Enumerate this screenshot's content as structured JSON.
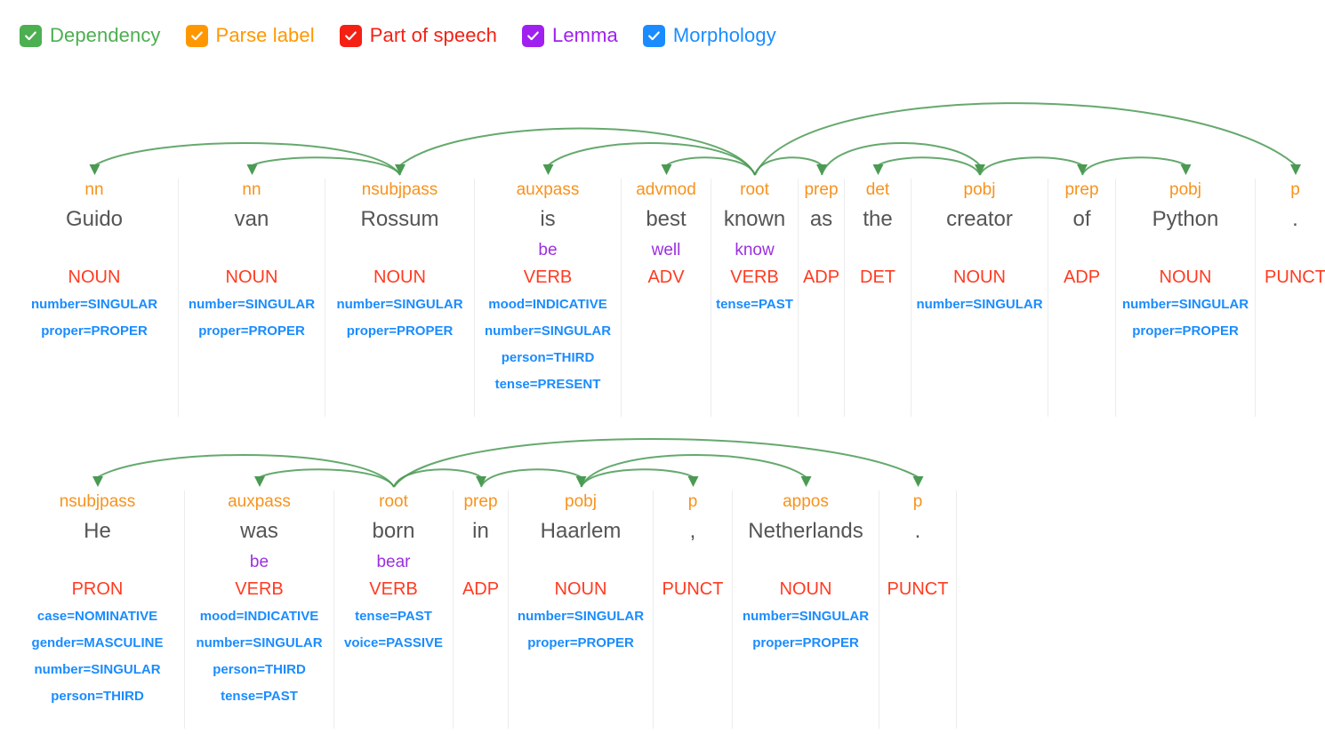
{
  "legend": {
    "items": [
      {
        "label": "Dependency",
        "color": "#4caf50",
        "icon": "checkbox-checked-icon",
        "checked": true
      },
      {
        "label": "Parse label",
        "color": "#ff9800",
        "icon": "checkbox-checked-icon",
        "checked": true
      },
      {
        "label": "Part of speech",
        "color": "#f32013",
        "icon": "checkbox-checked-icon",
        "checked": true
      },
      {
        "label": "Lemma",
        "color": "#a020f0",
        "icon": "checkbox-checked-icon",
        "checked": true
      },
      {
        "label": "Morphology",
        "color": "#1a8cff",
        "icon": "checkbox-checked-icon",
        "checked": true
      }
    ]
  },
  "colors": {
    "dependency_arc": "#4a9a53",
    "parse_label": "#f7931e",
    "word": "#555555",
    "lemma": "#9b30e0",
    "pos": "#ff3b21",
    "morphology": "#1a8cff",
    "column_divider": "#ececec",
    "background": "#ffffff"
  },
  "sentences": [
    {
      "id": "sentence-1",
      "text": "Guido van Rossum is best known as the creator of Python .",
      "root_index": 5,
      "tokens": [
        {
          "dep": "nn",
          "word": "Guido",
          "lemma": "",
          "pos": "NOUN",
          "morphology": [
            "number=SINGULAR",
            "proper=PROPER"
          ],
          "width": 189,
          "head": 2
        },
        {
          "dep": "nn",
          "word": "van",
          "lemma": "",
          "pos": "NOUN",
          "morphology": [
            "number=SINGULAR",
            "proper=PROPER"
          ],
          "width": 165,
          "head": 2
        },
        {
          "dep": "nsubjpass",
          "word": "Rossum",
          "lemma": "",
          "pos": "NOUN",
          "morphology": [
            "number=SINGULAR",
            "proper=PROPER"
          ],
          "width": 168,
          "head": 5
        },
        {
          "dep": "auxpass",
          "word": "is",
          "lemma": "be",
          "pos": "VERB",
          "morphology": [
            "mood=INDICATIVE",
            "number=SINGULAR",
            "person=THIRD",
            "tense=PRESENT"
          ],
          "width": 165,
          "head": 5
        },
        {
          "dep": "advmod",
          "word": "best",
          "lemma": "well",
          "pos": "ADV",
          "morphology": [],
          "width": 101,
          "head": 5
        },
        {
          "dep": "root",
          "word": "known",
          "lemma": "know",
          "pos": "VERB",
          "morphology": [
            "tense=PAST"
          ],
          "width": 98,
          "head": -1
        },
        {
          "dep": "prep",
          "word": "as",
          "lemma": "",
          "pos": "ADP",
          "morphology": [],
          "width": 52,
          "head": 5
        },
        {
          "dep": "det",
          "word": "the",
          "lemma": "",
          "pos": "DET",
          "morphology": [],
          "width": 75,
          "head": 8
        },
        {
          "dep": "pobj",
          "word": "creator",
          "lemma": "",
          "pos": "NOUN",
          "morphology": [
            "number=SINGULAR"
          ],
          "width": 154,
          "head": 6
        },
        {
          "dep": "prep",
          "word": "of",
          "lemma": "",
          "pos": "ADP",
          "morphology": [],
          "width": 76,
          "head": 8
        },
        {
          "dep": "pobj",
          "word": "Python",
          "lemma": "",
          "pos": "NOUN",
          "morphology": [
            "number=SINGULAR",
            "proper=PROPER"
          ],
          "width": 157,
          "head": 9
        },
        {
          "dep": "p",
          "word": ".",
          "lemma": "",
          "pos": "PUNCT",
          "morphology": [],
          "width": 90,
          "head": 5
        }
      ]
    },
    {
      "id": "sentence-2",
      "text": "He was born in Haarlem , Netherlands .",
      "root_index": 2,
      "tokens": [
        {
          "dep": "nsubjpass",
          "word": "He",
          "lemma": "",
          "pos": "PRON",
          "morphology": [
            "case=NOMINATIVE",
            "gender=MASCULINE",
            "number=SINGULAR",
            "person=THIRD"
          ],
          "width": 196,
          "head": 2
        },
        {
          "dep": "auxpass",
          "word": "was",
          "lemma": "be",
          "pos": "VERB",
          "morphology": [
            "mood=INDICATIVE",
            "number=SINGULAR",
            "person=THIRD",
            "tense=PAST"
          ],
          "width": 168,
          "head": 2
        },
        {
          "dep": "root",
          "word": "born",
          "lemma": "bear",
          "pos": "VERB",
          "morphology": [
            "tense=PAST",
            "voice=PASSIVE"
          ],
          "width": 134,
          "head": -1
        },
        {
          "dep": "prep",
          "word": "in",
          "lemma": "",
          "pos": "ADP",
          "morphology": [],
          "width": 62,
          "head": 2
        },
        {
          "dep": "pobj",
          "word": "Haarlem",
          "lemma": "",
          "pos": "NOUN",
          "morphology": [
            "number=SINGULAR",
            "proper=PROPER"
          ],
          "width": 163,
          "head": 3
        },
        {
          "dep": "p",
          "word": ",",
          "lemma": "",
          "pos": "PUNCT",
          "morphology": [],
          "width": 89,
          "head": 4
        },
        {
          "dep": "appos",
          "word": "Netherlands",
          "lemma": "",
          "pos": "NOUN",
          "morphology": [
            "number=SINGULAR",
            "proper=PROPER"
          ],
          "width": 165,
          "head": 4
        },
        {
          "dep": "p",
          "word": ".",
          "lemma": "",
          "pos": "PUNCT",
          "morphology": [],
          "width": 87,
          "head": 2
        }
      ]
    }
  ]
}
